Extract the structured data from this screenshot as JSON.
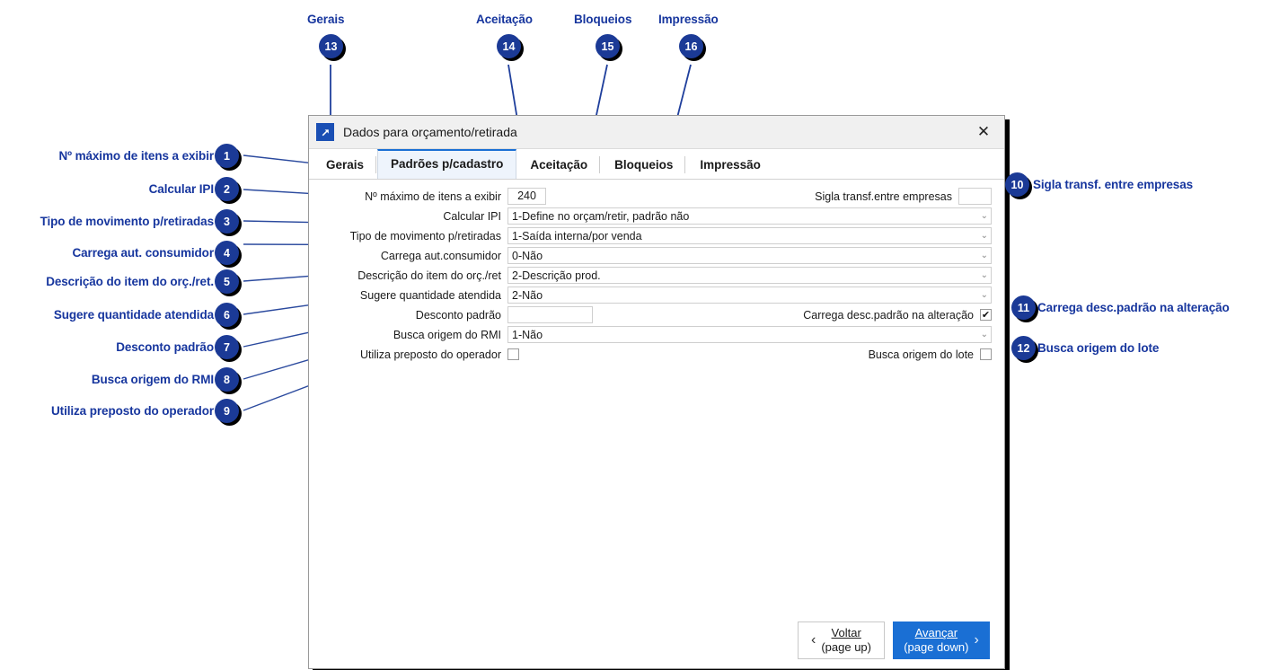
{
  "window": {
    "title": "Dados para orçamento/retirada",
    "icon": "maximize-arrow-icon",
    "close_label": "✕"
  },
  "tabs": [
    {
      "label": "Gerais",
      "active": false
    },
    {
      "label": "Padrões p/cadastro",
      "active": true
    },
    {
      "label": "Aceitação",
      "active": false
    },
    {
      "label": "Bloqueios",
      "active": false
    },
    {
      "label": "Impressão",
      "active": false
    }
  ],
  "form": {
    "left": [
      {
        "label": "Nº máximo de itens a exibir",
        "type": "text",
        "value": "240"
      },
      {
        "label": "Calcular IPI",
        "type": "select",
        "value": "1-Define no orçam/retir, padrão não"
      },
      {
        "label": "Tipo de movimento p/retiradas",
        "type": "select",
        "value": "1-Saída interna/por venda"
      },
      {
        "label": "Carrega aut.consumidor",
        "type": "select",
        "value": "0-Não"
      },
      {
        "label": "Descrição do item do orç./ret",
        "type": "select",
        "value": "2-Descrição prod."
      },
      {
        "label": "Sugere quantidade atendida",
        "type": "select",
        "value": "2-Não"
      },
      {
        "label": "Desconto padrão",
        "type": "text",
        "value": ""
      },
      {
        "label": "Busca origem do RMI",
        "type": "select",
        "value": "1-Não"
      },
      {
        "label": "Utiliza preposto do operador",
        "type": "checkbox",
        "checked": false
      }
    ],
    "right": [
      {
        "label": "Sigla transf.entre empresas",
        "type": "text",
        "value": ""
      },
      {
        "label": "Carrega desc.padrão na alteração",
        "type": "checkbox",
        "checked": true
      },
      {
        "label": "Busca origem do lote",
        "type": "checkbox",
        "checked": false
      }
    ]
  },
  "footer": {
    "back": {
      "title": "Voltar",
      "sub": "(page up)",
      "chevron": "‹"
    },
    "next": {
      "title": "Avançar",
      "sub": "(page down)",
      "chevron": "›"
    }
  },
  "annotations": {
    "accent": "#17369e",
    "badge_bg": "#1b3a96",
    "left": [
      {
        "num": "1",
        "text": "Nº máximo de itens a exibir"
      },
      {
        "num": "2",
        "text": "Calcular IPI"
      },
      {
        "num": "3",
        "text": "Tipo de movimento p/retiradas"
      },
      {
        "num": "4",
        "text": "Carrega aut. consumidor"
      },
      {
        "num": "5",
        "text": "Descrição do item do orç./ret."
      },
      {
        "num": "6",
        "text": "Sugere quantidade atendida"
      },
      {
        "num": "7",
        "text": "Desconto padrão"
      },
      {
        "num": "8",
        "text": "Busca origem do RMI"
      },
      {
        "num": "9",
        "text": "Utiliza preposto do operador"
      }
    ],
    "right": [
      {
        "num": "10",
        "text": "Sigla transf. entre empresas"
      },
      {
        "num": "11",
        "text": "Carrega desc.padrão na alteração"
      },
      {
        "num": "12",
        "text": "Busca origem do lote"
      }
    ],
    "top": [
      {
        "num": "13",
        "text": "Gerais"
      },
      {
        "num": "14",
        "text": "Aceitação"
      },
      {
        "num": "15",
        "text": "Bloqueios"
      },
      {
        "num": "16",
        "text": "Impressão"
      }
    ]
  }
}
